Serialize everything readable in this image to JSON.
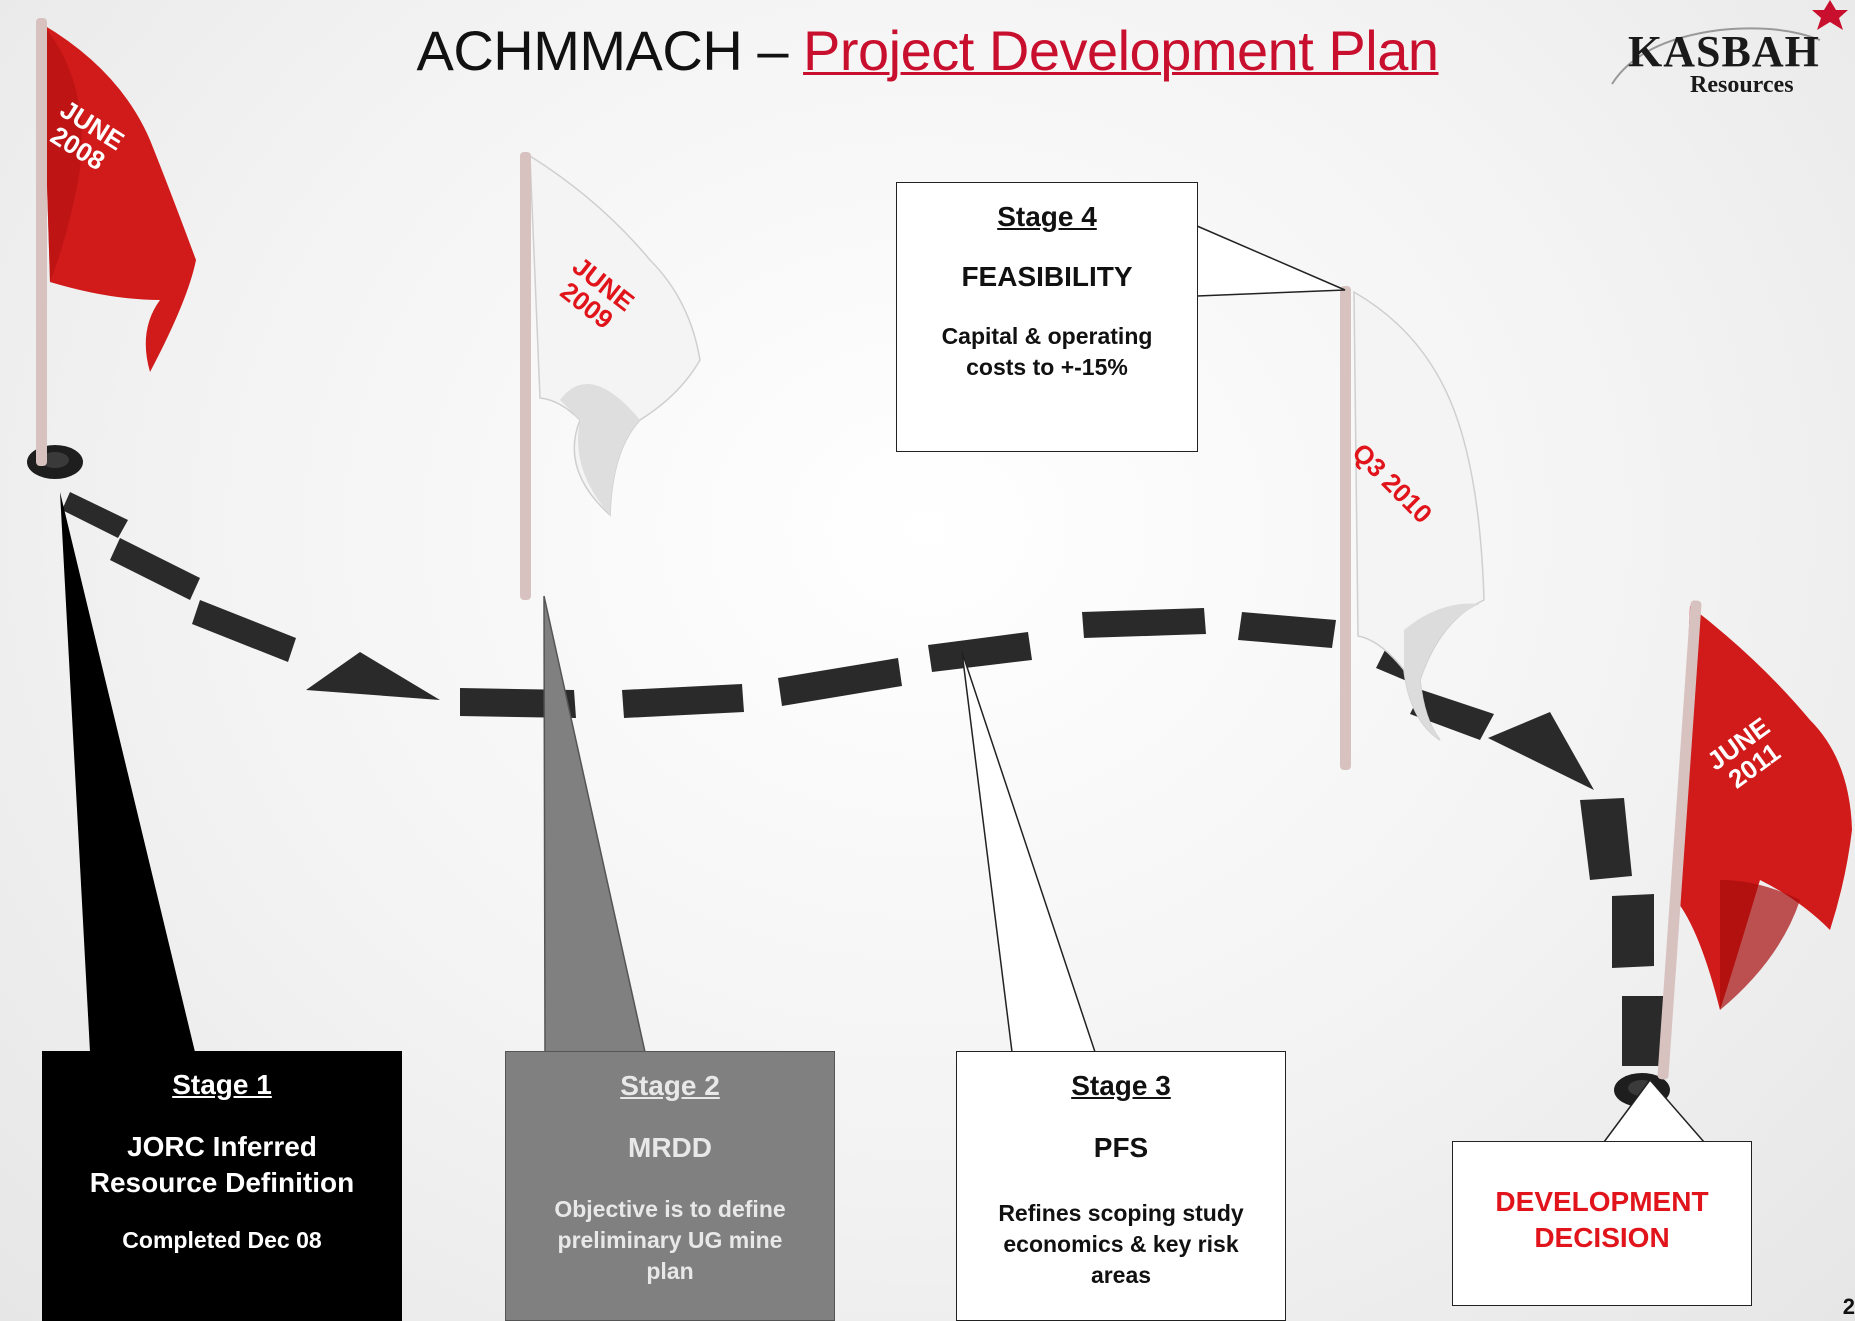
{
  "title": {
    "prefix": "ACHMMACH – ",
    "accent": "Project Development Plan"
  },
  "logo": {
    "name": "KASBAH",
    "sub": "Resources"
  },
  "flags": [
    {
      "line1": "JUNE",
      "line2": "2008",
      "color": "#d11a1a",
      "label_color": "#ffffff"
    },
    {
      "line1": "JUNE",
      "line2": "2009",
      "color": "#f4f4f4",
      "label_color": "#e0141a"
    },
    {
      "line1": "Q3 2010",
      "line2": "",
      "color": "#f4f4f4",
      "label_color": "#e0141a"
    },
    {
      "line1": "JUNE",
      "line2": "2011",
      "color": "#d11a1a",
      "label_color": "#ffffff"
    }
  ],
  "stages": [
    {
      "stage": "Stage 1",
      "head1": "JORC Inferred",
      "head2": "Resource Definition",
      "desc": "Completed Dec 08"
    },
    {
      "stage": "Stage 2",
      "head1": "MRDD",
      "desc1": "Objective is to define",
      "desc2": "preliminary UG mine",
      "desc3": "plan"
    },
    {
      "stage": "Stage 3",
      "head1": "PFS",
      "desc1": "Refines scoping study",
      "desc2": "economics & key risk",
      "desc3": "areas"
    },
    {
      "stage": "Stage 4",
      "head1": "FEASIBILITY",
      "desc1": "Capital & operating",
      "desc2": "costs to +-15%"
    }
  ],
  "decision": {
    "line1": "DEVELOPMENT",
    "line2": "DECISION"
  },
  "page_number": "2",
  "colors": {
    "accent": "#c8102e",
    "path": "#2a2a2a",
    "flag_red": "#d11a1a",
    "flag_white": "#f4f4f4"
  }
}
